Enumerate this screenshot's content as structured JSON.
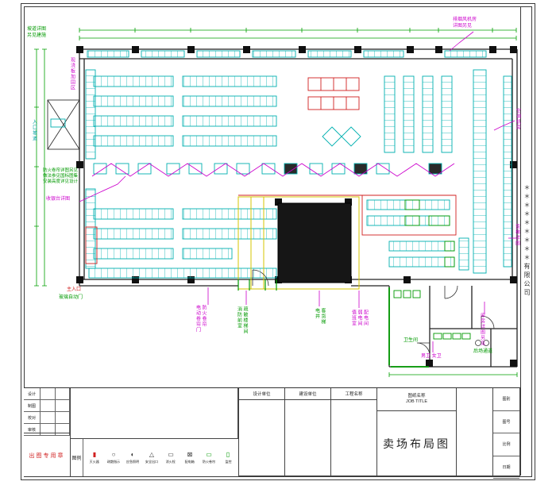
{
  "annotations": {
    "fan_room": "排烟风机房\n详图另见",
    "ac_room": "空调机房",
    "ramp_note": "坡道详图\n另见建施",
    "slab_note": "现浇板加固区",
    "entrance_ramp": "入口坡道",
    "shutter_note": "防火卷帘详图另见\n做法参见国标图集\n安装高度详见设计",
    "cashier_note": "收银台详图",
    "main_entrance": "主入口",
    "glass_door": "玻璃自动门",
    "shutter2": "防火卷帘\n电动卷帘门",
    "stair_note": "疏散楼梯间\n消防前室",
    "lift_note": "客货梯\n电井",
    "power_room": "配电间\n弱电间\n值班室",
    "toilet": "卫生间",
    "toilet_mf": "男卫  女卫",
    "storage_note": "库房详图另见",
    "corridor": "后场通道",
    "cargo_lift": "货梯详图"
  },
  "title_block": {
    "company": "＊＊＊＊＊＊＊＊＊有限公司",
    "seal_text": "出图专用章",
    "sign_rows": [
      "设计",
      "制图",
      "校对",
      "审核"
    ],
    "legend_title": "图例",
    "legend": [
      {
        "glyph": "▮",
        "label": "灭火器"
      },
      {
        "glyph": "○",
        "label": "疏散指示"
      },
      {
        "glyph": "◐",
        "label": "应急照明"
      },
      {
        "glyph": "△",
        "label": "安全出口"
      },
      {
        "glyph": "▭",
        "label": "消火栓"
      },
      {
        "glyph": "⊠",
        "label": "配电箱"
      },
      {
        "glyph": "▭",
        "label": "防火卷帘"
      },
      {
        "glyph": "▯",
        "label": "监控"
      }
    ],
    "col_design_unit": "设计单位",
    "col_build_unit": "建设单位",
    "col_project": "工程名称",
    "col_drawing_name": "图纸名称",
    "col_drawing_name_en": "JOB TITLE",
    "drawing_title": "卖场布局图",
    "meta": [
      {
        "label": "图别",
        "value": ""
      },
      {
        "label": "图号",
        "value": ""
      },
      {
        "label": "比例",
        "value": ""
      },
      {
        "label": "日期",
        "value": ""
      }
    ]
  }
}
